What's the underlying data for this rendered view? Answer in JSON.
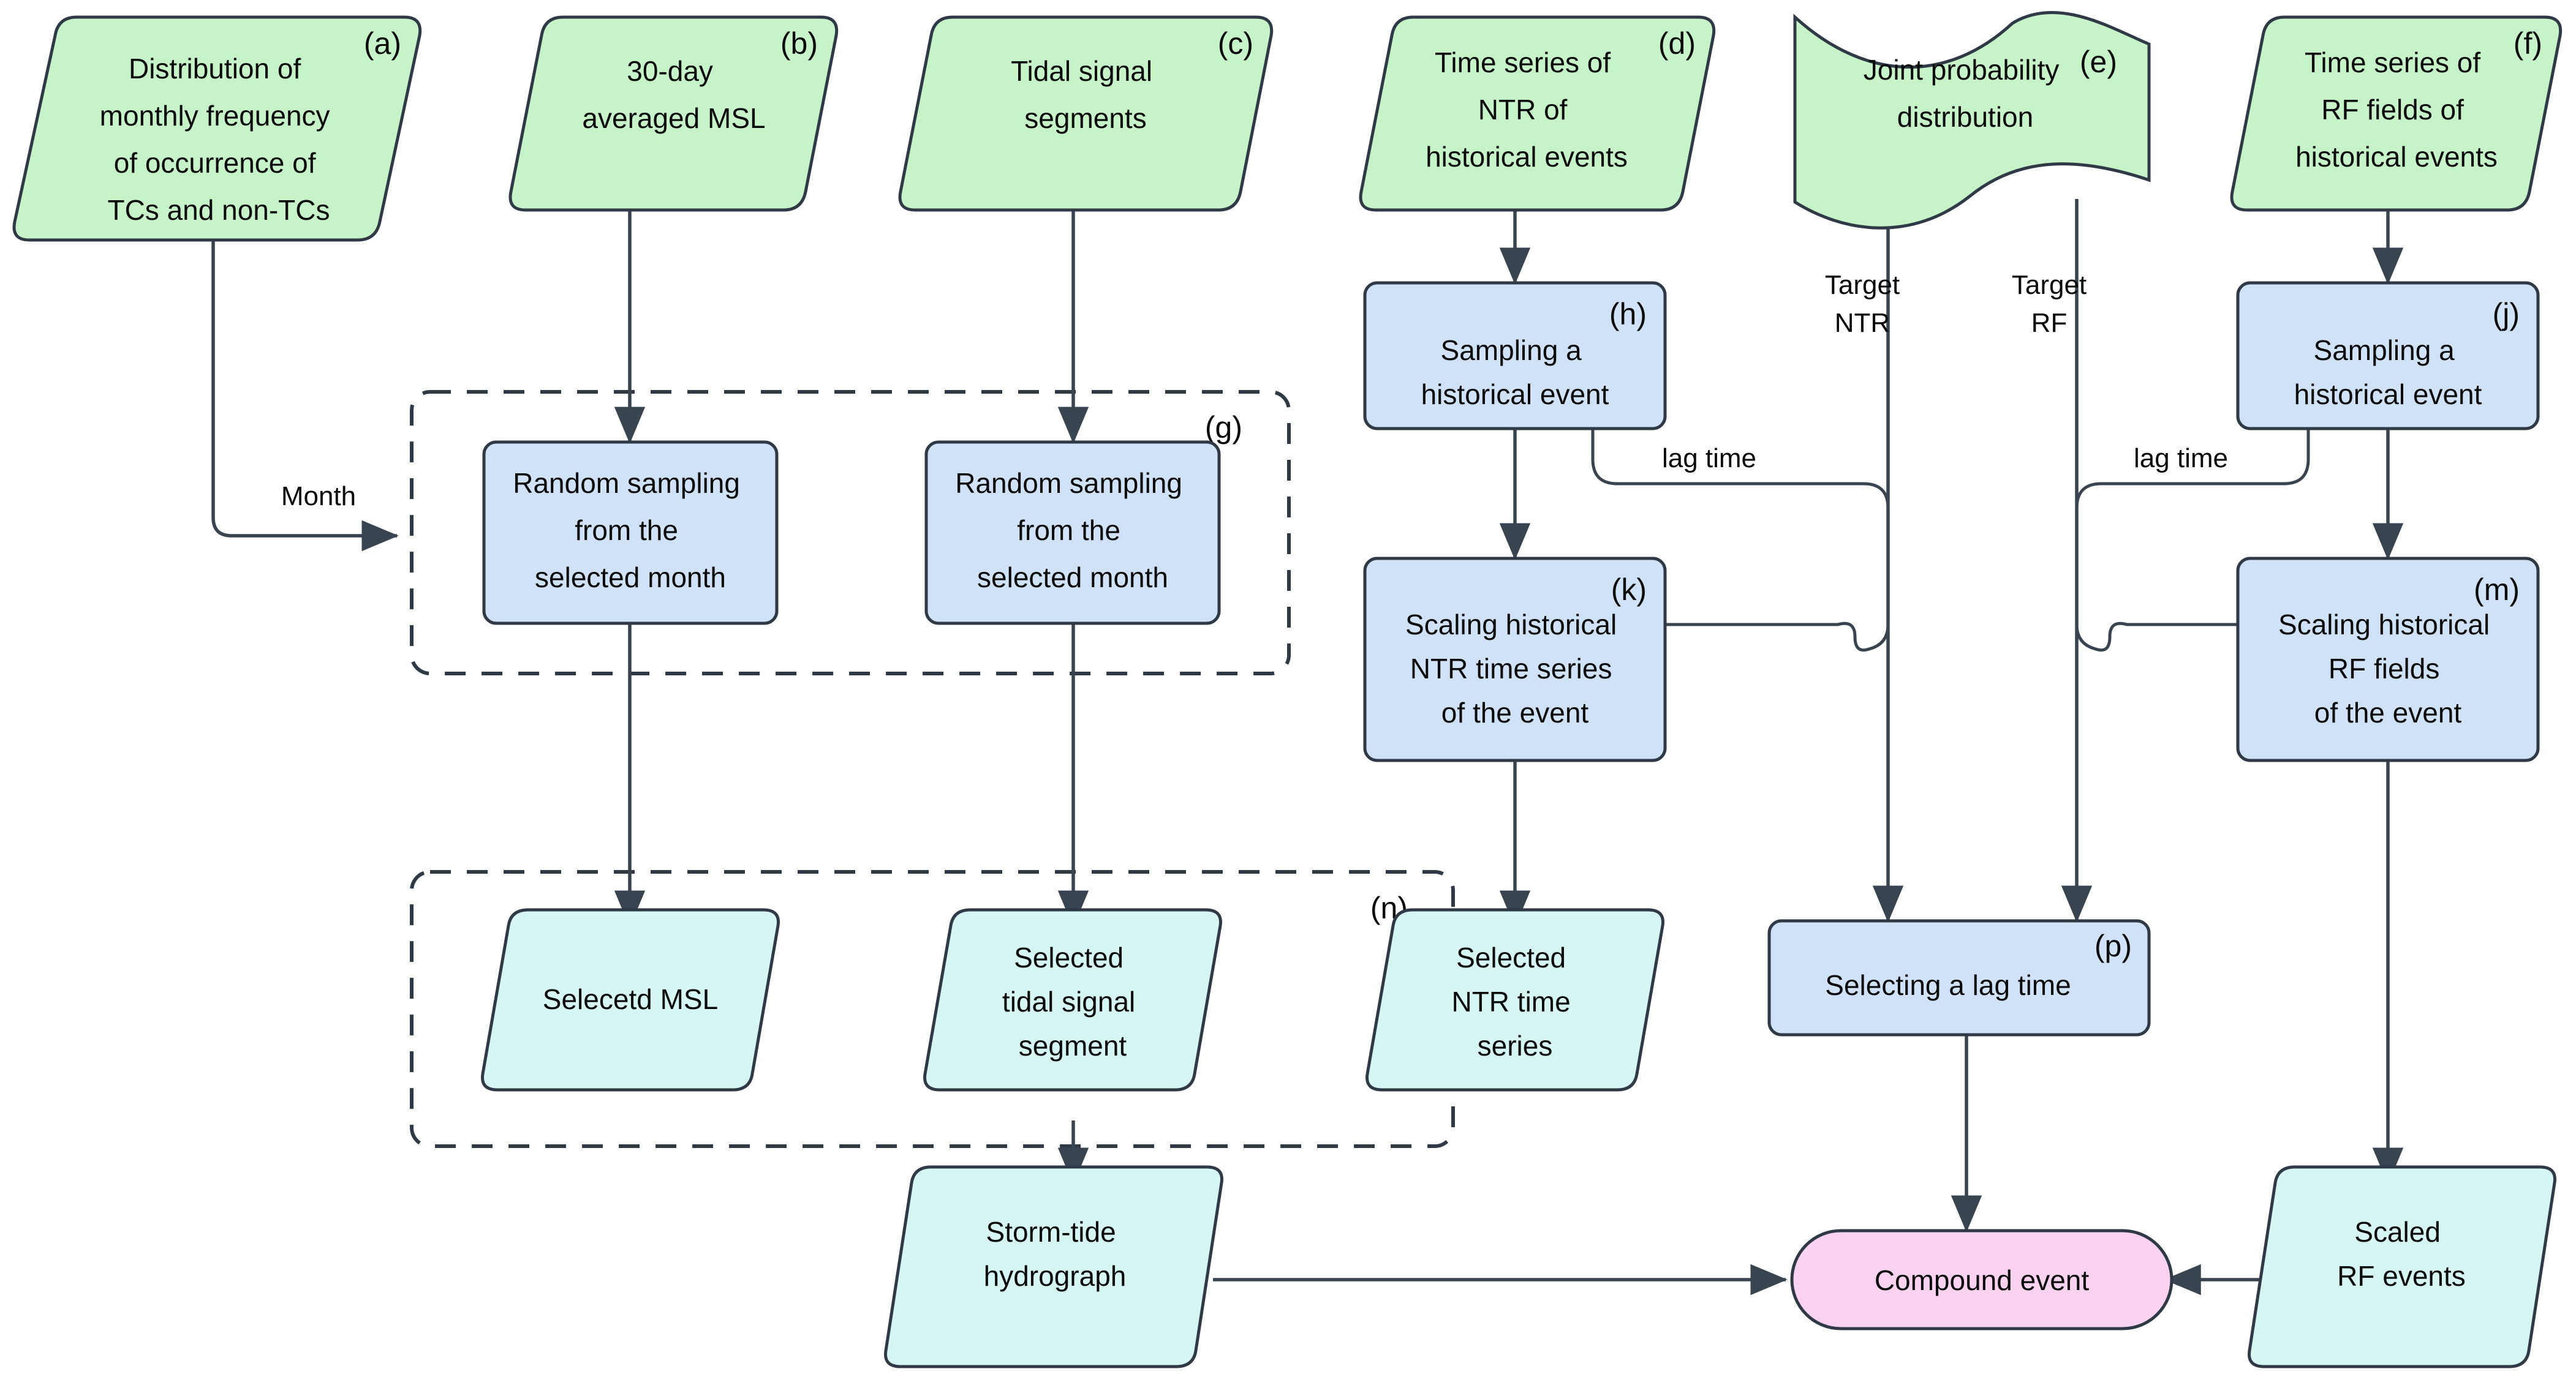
{
  "diagram": {
    "title": "Compound flood event simulation workflow",
    "colors": {
      "input_fill": "#c7f3c9",
      "process_fill": "#cfe2f8",
      "output_fill": "#d6f6f3",
      "result_fill": "#fbd2ef",
      "stroke": "#2f3a46",
      "connector": "#38444f",
      "background": "#ffffff"
    },
    "nodes": {
      "a": {
        "tag": "(a)",
        "shape": "parallelogram",
        "fill": "input",
        "lines": [
          "Distribution of",
          "monthly frequency",
          "of occurrence of",
          "TCs and non-TCs"
        ]
      },
      "b": {
        "tag": "(b)",
        "shape": "parallelogram",
        "fill": "input",
        "lines": [
          "30-day",
          "averaged MSL"
        ]
      },
      "c": {
        "tag": "(c)",
        "shape": "parallelogram",
        "fill": "input",
        "lines": [
          "Tidal signal",
          "segments"
        ]
      },
      "d": {
        "tag": "(d)",
        "shape": "parallelogram",
        "fill": "input",
        "lines": [
          "Time series of",
          "NTR of",
          "historical events"
        ]
      },
      "e": {
        "tag": "(e)",
        "shape": "wave-document",
        "fill": "input",
        "lines": [
          "Joint probability",
          "distribution"
        ]
      },
      "f": {
        "tag": "(f)",
        "shape": "parallelogram",
        "fill": "input",
        "lines": [
          "Time series of",
          "RF fields of",
          "historical events"
        ]
      },
      "g": {
        "tag": "(g)",
        "shape": "dashed-group",
        "label": "(g)"
      },
      "g1": {
        "shape": "rounded-rect",
        "fill": "process",
        "lines": [
          "Random sampling",
          "from the",
          "selected month"
        ]
      },
      "g2": {
        "shape": "rounded-rect",
        "fill": "process",
        "lines": [
          "Random sampling",
          "from the",
          "selected month"
        ]
      },
      "h": {
        "tag": "(h)",
        "shape": "rounded-rect",
        "fill": "process",
        "lines": [
          "Sampling a",
          "historical event"
        ]
      },
      "j": {
        "tag": "(j)",
        "shape": "rounded-rect",
        "fill": "process",
        "lines": [
          "Sampling a",
          "historical event"
        ]
      },
      "k": {
        "tag": "(k)",
        "shape": "rounded-rect",
        "fill": "process",
        "lines": [
          "Scaling historical",
          "NTR time series",
          "of the event"
        ]
      },
      "m": {
        "tag": "(m)",
        "shape": "rounded-rect",
        "fill": "process",
        "lines": [
          "Scaling historical",
          "RF fields",
          "of the event"
        ]
      },
      "n": {
        "tag": "(n)",
        "shape": "dashed-group",
        "label": "(n)"
      },
      "n1": {
        "shape": "parallelogram",
        "fill": "output",
        "lines": [
          "Selecetd MSL"
        ]
      },
      "n2": {
        "shape": "parallelogram",
        "fill": "output",
        "lines": [
          "Selected",
          "tidal signal",
          "segment"
        ]
      },
      "n3": {
        "shape": "parallelogram",
        "fill": "output",
        "lines": [
          "Selected",
          "NTR time",
          "series"
        ]
      },
      "p": {
        "tag": "(p)",
        "shape": "rounded-rect",
        "fill": "process",
        "lines": [
          "Selecting a lag time"
        ]
      },
      "storm_tide": {
        "shape": "parallelogram",
        "fill": "output",
        "lines": [
          "Storm-tide",
          "hydrograph"
        ]
      },
      "scaled_rf": {
        "shape": "parallelogram",
        "fill": "output",
        "lines": [
          "Scaled",
          "RF events"
        ]
      },
      "compound": {
        "shape": "stadium",
        "fill": "result",
        "lines": [
          "Compound event"
        ]
      }
    },
    "edge_labels": {
      "month": "Month",
      "target_ntr": [
        "Target",
        "NTR"
      ],
      "target_rf": [
        "Target",
        "RF"
      ],
      "lag_time_left": "lag time",
      "lag_time_right": "lag time"
    }
  }
}
